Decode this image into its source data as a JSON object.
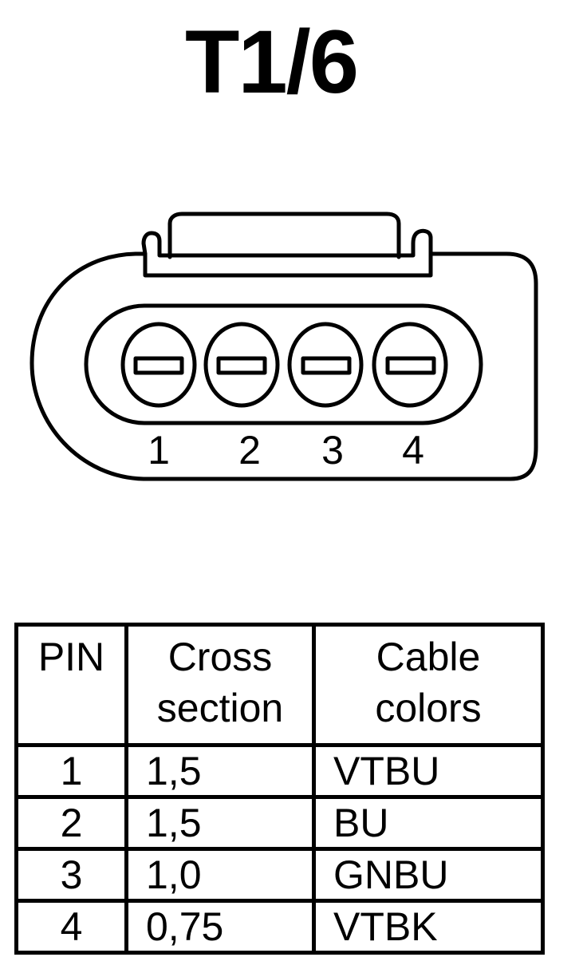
{
  "title": "T1/6",
  "connector": {
    "pins": [
      "1",
      "2",
      "3",
      "4"
    ]
  },
  "table": {
    "headers": {
      "pin": "PIN",
      "cross_line1": "Cross",
      "cross_line2": "section",
      "cable_line1": "Cable",
      "cable_line2": "colors"
    },
    "rows": [
      {
        "pin": "1",
        "cross": "1,5",
        "color": "VTBU"
      },
      {
        "pin": "2",
        "cross": "1,5",
        "color": "BU"
      },
      {
        "pin": "3",
        "cross": "1,0",
        "color": "GNBU"
      },
      {
        "pin": "4",
        "cross": "0,75",
        "color": "VTBK"
      }
    ]
  }
}
